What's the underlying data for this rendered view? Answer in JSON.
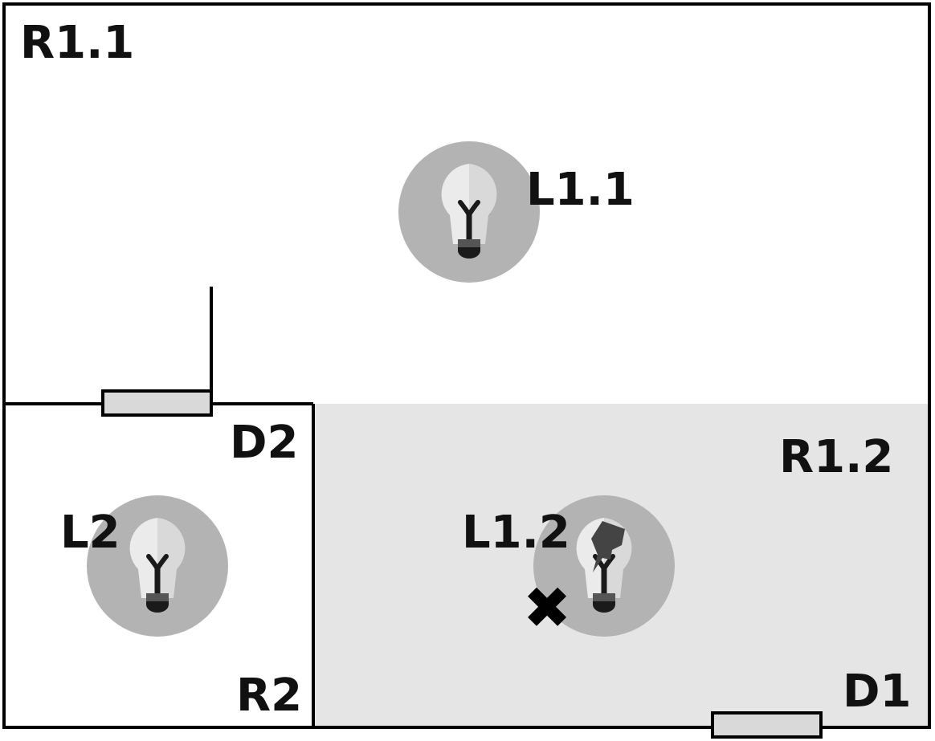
{
  "colors": {
    "wall": "#000000",
    "room_highlight": "#e5e5e5",
    "door_fill": "#d9d9d9",
    "lamp_halo": "#b3b3b3",
    "bulb_glass_left": "#ebebeb",
    "bulb_glass_right": "#d9d9d9",
    "bulb_base": "#1a1a1a",
    "bulb_base_band": "#555555",
    "broken_mark": "#444444"
  },
  "rooms": [
    {
      "id": "R1.1",
      "label": "R1.1",
      "highlighted": false
    },
    {
      "id": "R1.2",
      "label": "R1.2",
      "highlighted": true
    },
    {
      "id": "R2",
      "label": "R2",
      "highlighted": false
    }
  ],
  "doors": [
    {
      "id": "D1",
      "label": "D1"
    },
    {
      "id": "D2",
      "label": "D2",
      "open": true
    }
  ],
  "lamps": [
    {
      "id": "L1.1",
      "label": "L1.1",
      "broken": false
    },
    {
      "id": "L1.2",
      "label": "L1.2",
      "broken": true
    },
    {
      "id": "L2",
      "label": "L2",
      "broken": false
    }
  ],
  "markers": {
    "failure": {
      "symbol": "✖",
      "near": "L1.2"
    }
  }
}
